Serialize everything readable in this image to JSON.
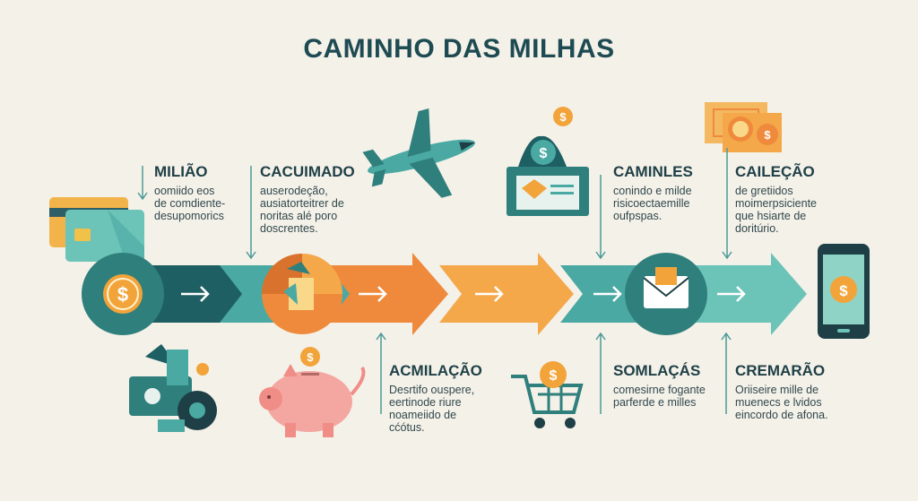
{
  "title": "CAMINHO DAS MILHAS",
  "steps_top": [
    {
      "heading": "MILIÃO",
      "text": "oomiido eos\nde comdiente-\ndesupomorics"
    },
    {
      "heading": "CACUIMADO",
      "text": "auserodeção,\nausiatorteitrer de\nnoritas alé poro\ndoscrentes."
    },
    {
      "heading": "CAMINLES",
      "text": "conindo e milde\nrisicoectaemille\noufpspas."
    },
    {
      "heading": "CAILEÇÃO",
      "text": "de gretiidos\nmoimerpsiciente\nque hsiarte de\ndoritúrio."
    }
  ],
  "steps_bottom": [
    {
      "heading": "ACMILAÇÃO",
      "text": "Desrtifo ouspere,\neertinode riure\nnoameiido de\ncćótus."
    },
    {
      "heading": "SOMLAÇÁS",
      "text": "comesirne fogante\nparferde e milles"
    },
    {
      "heading": "CREMARÃO",
      "text": "Oriiseire mille de\nmuenecs e lvidos\neincordo de afona."
    }
  ],
  "colors": {
    "teal_dark": "#2f7f7c",
    "teal": "#4aa9a2",
    "teal_light": "#6cc3b8",
    "orange": "#ef8a3c",
    "orange_light": "#f4a84a",
    "gold": "#f2a43a",
    "pink": "#f4a6a0",
    "navy": "#1e3f46"
  },
  "icons": [
    "credit-card-icon",
    "dollar-coin-icon",
    "airplane-icon",
    "money-box-icon",
    "mail-icon",
    "cash-icon",
    "smartphone-icon",
    "wallet-tools-icon",
    "piggy-bank-icon",
    "shopping-cart-icon"
  ]
}
